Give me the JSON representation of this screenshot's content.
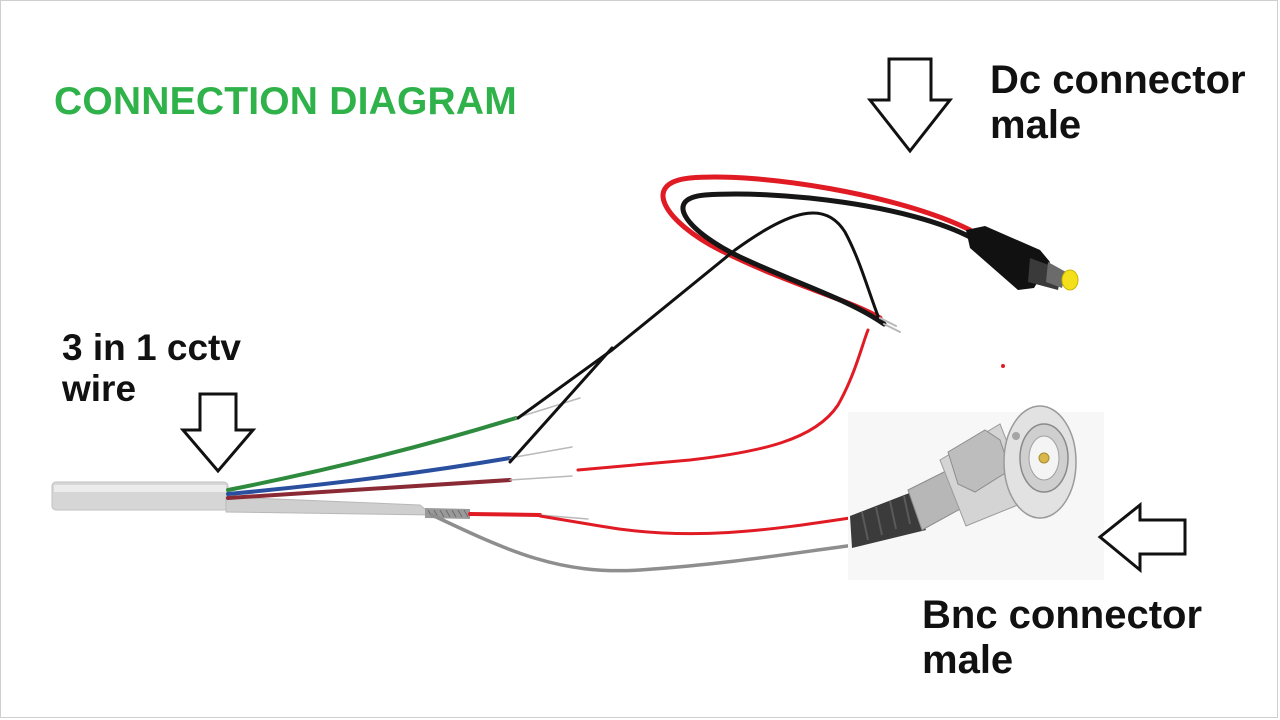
{
  "title": "CONNECTION DIAGRAM",
  "labels": {
    "dc_connector": [
      "Dc connector",
      "male"
    ],
    "cctv_wire": [
      "3 in 1 cctv",
      "wire"
    ],
    "bnc_connector": [
      "Bnc connector",
      "male"
    ]
  },
  "colors": {
    "title": "#2fb24a",
    "wire_red": "#e01b24",
    "wire_black": "#111111",
    "wire_green": "#2e8b3e",
    "wire_blue": "#2a4f9e",
    "wire_maroon": "#8a2a35",
    "wire_gray": "#8e8e8e",
    "cable_jacket": "#d9d9d9",
    "dc_tip": "#f3e01a"
  },
  "icons": [
    "down-arrow-outline-icon",
    "left-arrow-outline-icon"
  ]
}
